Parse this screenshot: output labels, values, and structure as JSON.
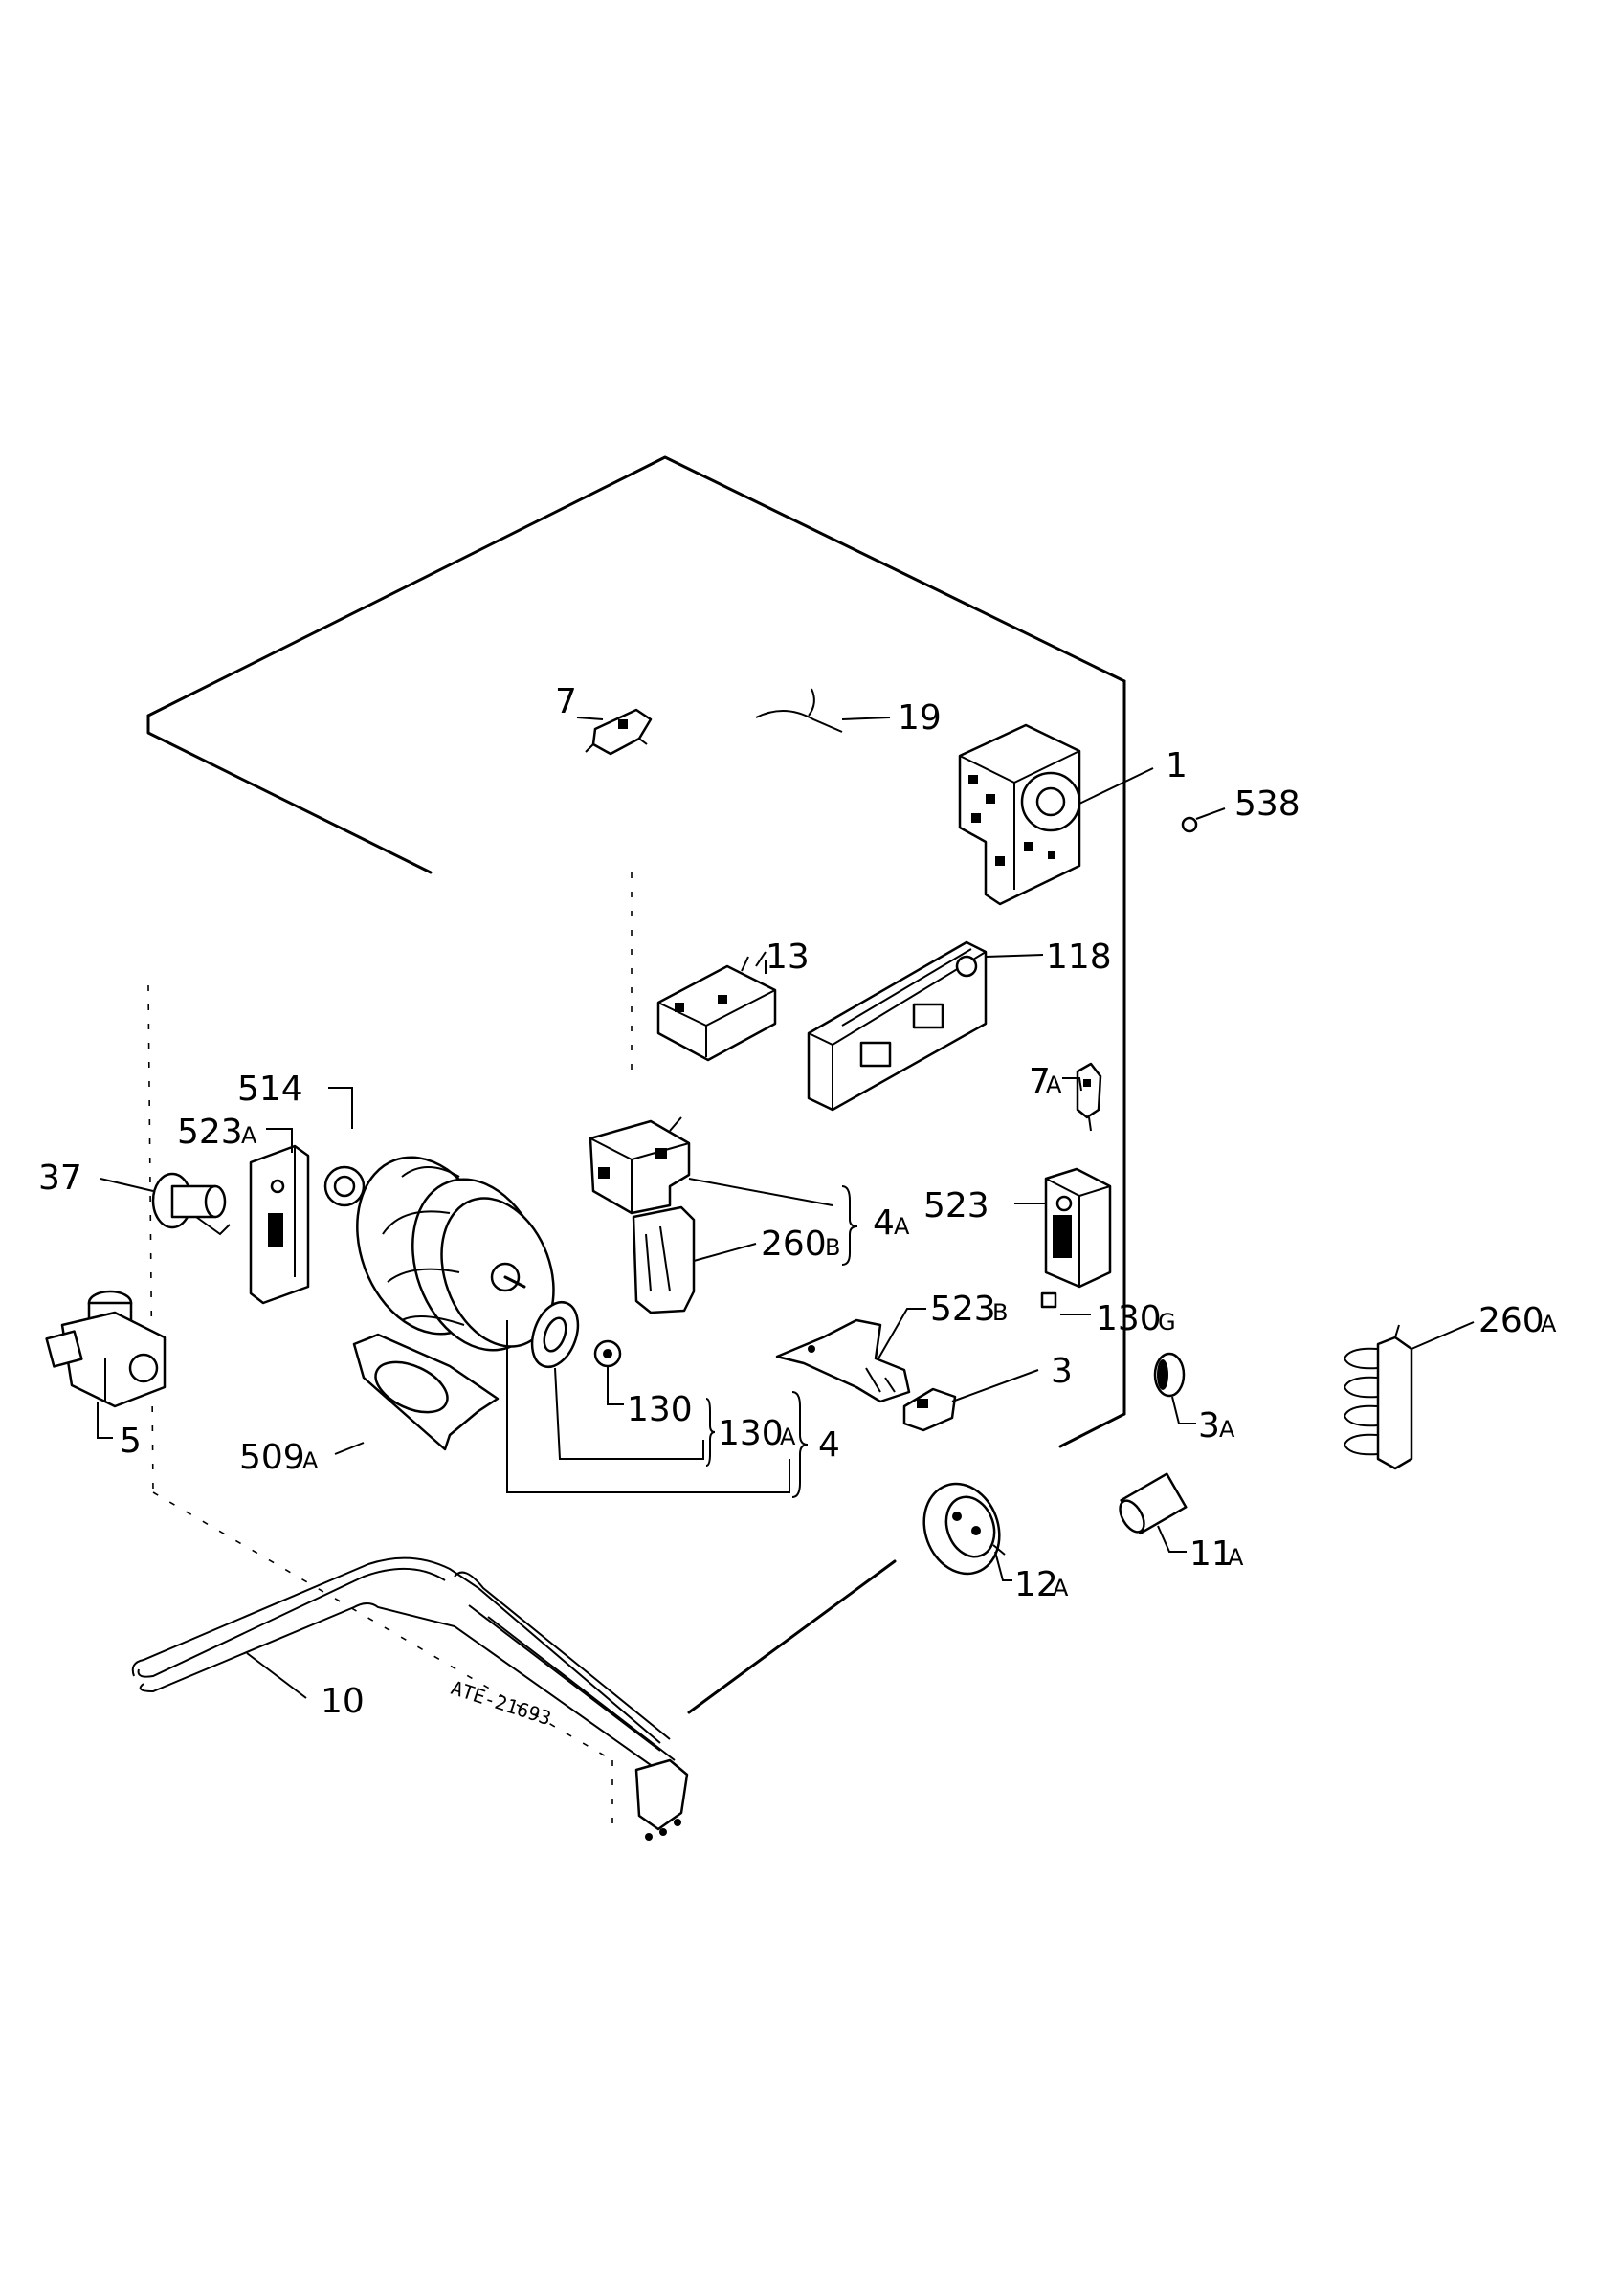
{
  "labels": {
    "p1": "1",
    "p3": "3",
    "p3a": "3",
    "p4": "4",
    "p4a": "4",
    "p5": "5",
    "p7": "7",
    "p7a": "7",
    "p10": "10",
    "p11a": "11",
    "p12a": "12",
    "p13": "13",
    "p19": "19",
    "p37": "37",
    "p118": "118",
    "p130": "130",
    "p130a": "130",
    "p130g": "130",
    "p260a": "260",
    "p260b": "260",
    "p509a": "509",
    "p514": "514",
    "p523": "523",
    "p523a": "523",
    "p523b": "523",
    "p538": "538"
  },
  "suffixes": {
    "p3a": "A",
    "p4a": "A",
    "p7a": "A",
    "p11a": "A",
    "p12a": "A",
    "p130a": "A",
    "p130g": "G",
    "p260a": "A",
    "p260b": "B",
    "p509a": "A",
    "p523a": "A",
    "p523b": "B"
  },
  "drawing_code": "ATE-21693"
}
